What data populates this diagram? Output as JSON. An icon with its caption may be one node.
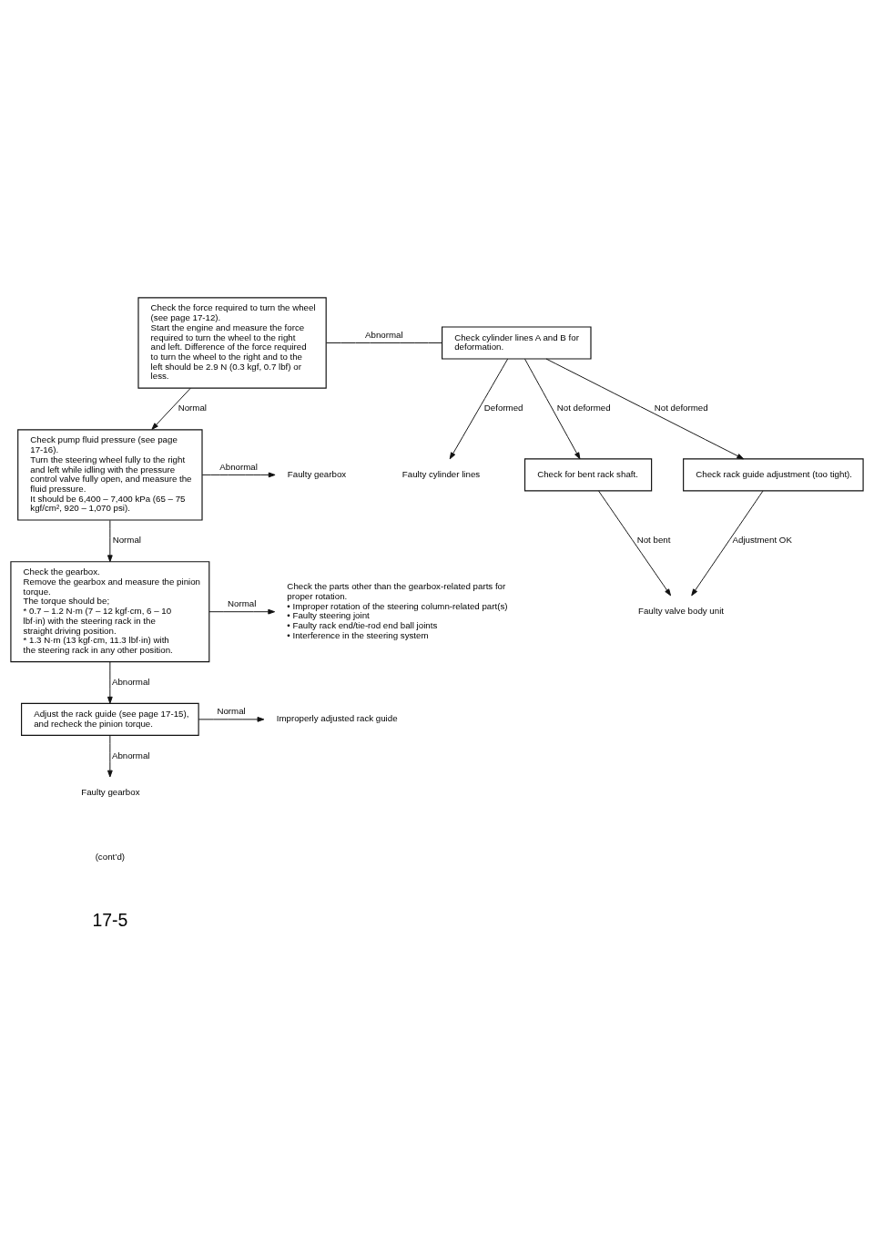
{
  "diagram": {
    "nodes": [
      {
        "text": [
          "Check the force required to turn the wheel (see page 17-12).",
          "Start the engine and measure the force required to turn the wheel to the right and left. Difference of the force required to turn the wheel to the right and to the left should be 2.9 N (0.3 kgf, 0.7 lbf) or less."
        ]
      },
      {
        "text": [
          "Check cylinder lines A and B for deformation."
        ]
      },
      {
        "text": [
          "Faulty cylinder lines"
        ]
      },
      {
        "text": [
          "Check for bent rack shaft."
        ]
      },
      {
        "text": [
          "Check rack guide adjustment (too tight)."
        ]
      },
      {
        "text": [
          "Faulty valve body unit"
        ]
      },
      {
        "text": [
          "Check pump fluid pressure (see page 17-16).",
          "Turn the steering wheel fully to the right and left while idling with the pressure control valve fully open, and measure the fluid pressure.",
          "It should be 6,400 – 7,400 kPa (65 – 75 kgf/cm², 920 – 1,070 psi)."
        ]
      },
      {
        "text": [
          "Faulty gearbox"
        ]
      },
      {
        "text": [
          "Check the gearbox.",
          "Remove the gearbox and measure the pinion torque.",
          "The torque should be;",
          "* 0.7 – 1.2 N·m (7 – 12 kgf·cm, 6 – 10 lbf·in) with the steering rack in the straight driving position.",
          "* 1.3 N·m (13 kgf·cm, 11.3 lbf·in) with the steering rack in any other position."
        ]
      },
      {
        "text": [
          "Check the parts other than the gearbox-related parts for proper rotation.",
          "• Improper rotation of the steering column-related part(s)",
          "• Faulty steering joint",
          "• Faulty rack end/tie-rod end ball joints",
          "• Interference in the steering system"
        ]
      },
      {
        "text": [
          "Adjust the rack guide (see page 17-15), and recheck the pinion torque."
        ]
      },
      {
        "text": [
          "Improperly adjusted rack guide"
        ]
      },
      {
        "text": [
          "Faulty gearbox"
        ]
      }
    ],
    "edges": [
      {
        "from": 0,
        "to": 1,
        "label": "Abnormal",
        "arrow": "none"
      },
      {
        "from": 0,
        "to": 6,
        "label": "Normal",
        "arrow": "to"
      },
      {
        "from": 1,
        "to": 2,
        "label": "Deformed",
        "arrow": "to"
      },
      {
        "from": 1,
        "to": 3,
        "label": "Not deformed",
        "arrow": "to"
      },
      {
        "from": 1,
        "to": 4,
        "label": "Not deformed",
        "arrow": "to"
      },
      {
        "from": 3,
        "to": 5,
        "label": "Not bent",
        "arrow": "to"
      },
      {
        "from": 4,
        "to": 5,
        "label": "Adjustment OK",
        "arrow": "to"
      },
      {
        "from": 6,
        "to": 7,
        "label": "Abnormal",
        "arrow": "to"
      },
      {
        "from": 6,
        "to": 8,
        "label": "Normal",
        "arrow": "to"
      },
      {
        "from": 8,
        "to": 9,
        "label": "Normal",
        "arrow": "to"
      },
      {
        "from": 8,
        "to": 10,
        "label": "Abnormal",
        "arrow": "to"
      },
      {
        "from": 10,
        "to": 11,
        "label": "Normal",
        "arrow": "to"
      },
      {
        "from": 10,
        "to": 12,
        "label": "Abnormal",
        "arrow": "to"
      }
    ],
    "labels": [
      "(cont’d)",
      "17-5"
    ]
  }
}
